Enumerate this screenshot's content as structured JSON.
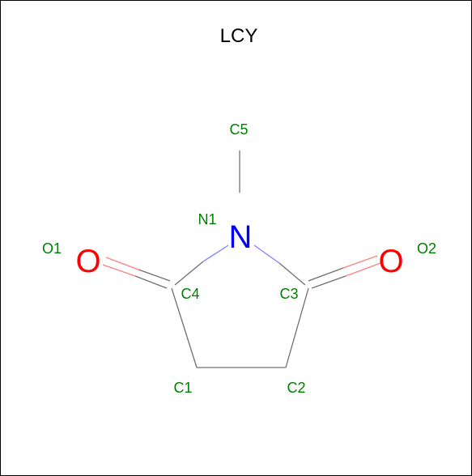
{
  "title": "LCY",
  "colors": {
    "carbon_bond": "#707070",
    "nitrogen": "#0000ff",
    "nitrogen_bond": "#8080ff",
    "oxygen": "#ff0000",
    "oxygen_bond": "#ff8080",
    "label": "#008000",
    "frame": "#000000",
    "background": "#ffffff"
  },
  "atoms": {
    "N1": {
      "name": "N1",
      "element": "N"
    },
    "O1": {
      "name": "O1",
      "element": "O"
    },
    "O2": {
      "name": "O2",
      "element": "O"
    },
    "C1": {
      "name": "C1"
    },
    "C2": {
      "name": "C2"
    },
    "C3": {
      "name": "C3"
    },
    "C4": {
      "name": "C4"
    },
    "C5": {
      "name": "C5"
    }
  }
}
